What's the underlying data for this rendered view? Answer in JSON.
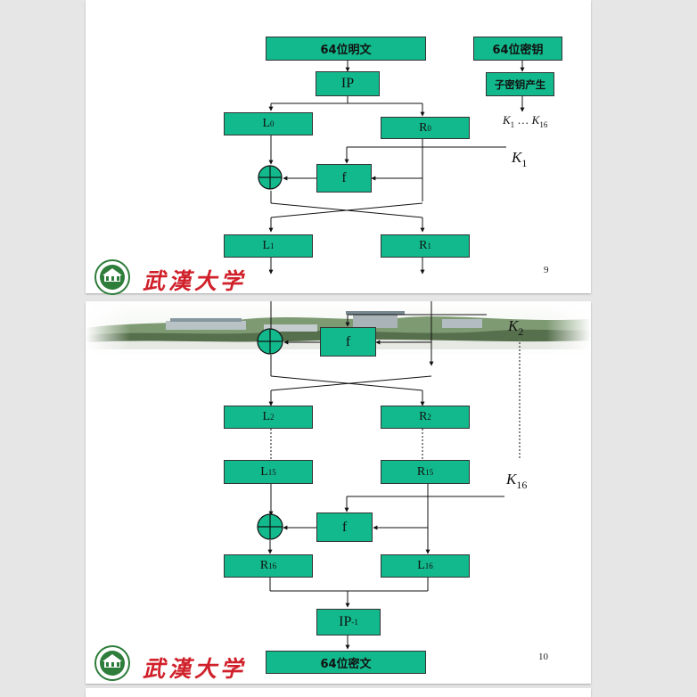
{
  "slide1": {
    "plaintext": "64位明文",
    "key": "64位密钥",
    "subkey_gen": "子密钥产生",
    "ip": "IP",
    "l0": "L",
    "l0_sub": "0",
    "r0": "R",
    "r0_sub": "0",
    "f": "f",
    "l1": "L",
    "l1_sub": "1",
    "r1": "R",
    "r1_sub": "1",
    "k1": "K",
    "k1_sub": "1",
    "klist_a": "K",
    "klist_a_sub": "1",
    "klist_dots": " … ",
    "klist_b": "K",
    "klist_b_sub": "16",
    "university": "武漢大学",
    "page": "9"
  },
  "slide2": {
    "f_top": "f",
    "k2": "K",
    "k2_sub": "2",
    "l2": "L",
    "l2_sub": "2",
    "r2": "R",
    "r2_sub": "2",
    "l15": "L",
    "l15_sub": "15",
    "r15": "R",
    "r15_sub": "15",
    "k16": "K",
    "k16_sub": "16",
    "f": "f",
    "r16": "R",
    "r16_sub": "16",
    "l16": "L",
    "l16_sub": "16",
    "ip_inv": "IP",
    "ip_inv_sup": "-1",
    "ciphertext": "64位密文",
    "university": "武漢大学",
    "page": "10"
  },
  "colors": {
    "box_fill": "#12b98c",
    "university_red": "#d0202a",
    "logo_green": "#2e7d3a"
  },
  "icons": [
    "xor-icon",
    "university-logo"
  ]
}
